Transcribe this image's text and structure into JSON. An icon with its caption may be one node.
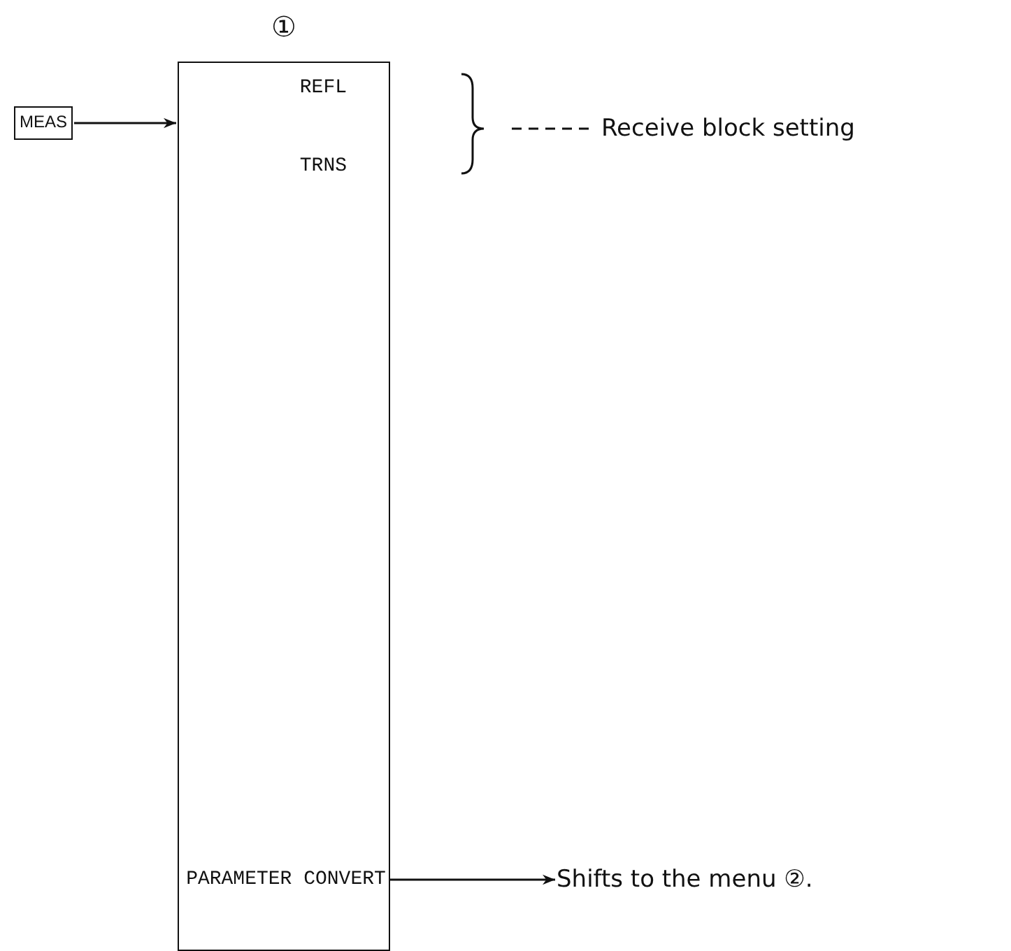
{
  "diagram": {
    "nodes": [
      {
        "text": [
          "①"
        ]
      },
      {
        "text": [
          "REFL"
        ],
        "in": 0
      },
      {
        "text": [
          "TRNS"
        ],
        "in": 0
      },
      {
        "text": [
          "PARAMETER CONVERT"
        ],
        "in": 0
      },
      {
        "text": [
          "MEAS"
        ]
      },
      {
        "text": [
          "Shifts to the menu ②."
        ]
      }
    ],
    "edges": [
      {
        "from": 4,
        "to": 0,
        "arrow": "to"
      },
      {
        "from": 3,
        "to": 5,
        "arrow": "to"
      }
    ],
    "labels": [
      "Receive block setting"
    ]
  }
}
